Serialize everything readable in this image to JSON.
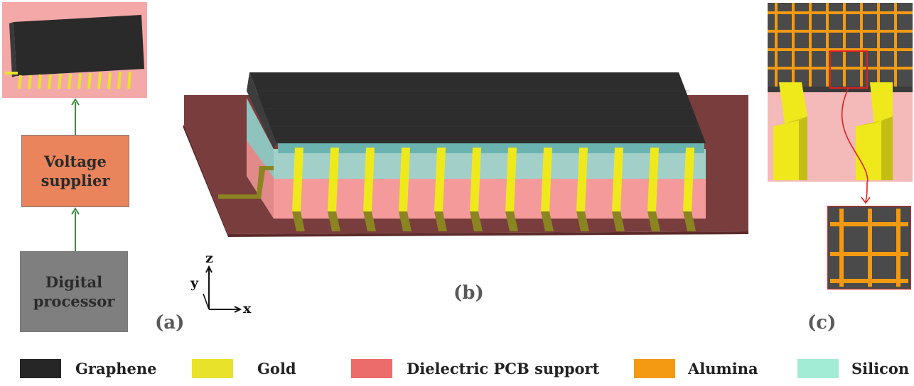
{
  "panel_a": {
    "label": "(a)",
    "voltage_box": {
      "line1": "Voltage",
      "line2": "supplier",
      "color": "#e9845c"
    },
    "processor_box": {
      "line1": "Digital",
      "line2": "processor",
      "color": "#7f7f7f"
    }
  },
  "panel_b": {
    "label": "(b)",
    "axes": {
      "z": "z",
      "y": "y",
      "x": "x"
    }
  },
  "panel_c": {
    "label": "(c)"
  },
  "legend": [
    {
      "label": "Graphene",
      "color": "#262626"
    },
    {
      "label": "Gold",
      "color": "#e8e22a"
    },
    {
      "label": "Dielectric PCB support",
      "color": "#ec6b6b"
    },
    {
      "label": "Alumina",
      "color": "#f39a12"
    },
    {
      "label": "Silicon",
      "color": "#a2ecd5"
    }
  ]
}
